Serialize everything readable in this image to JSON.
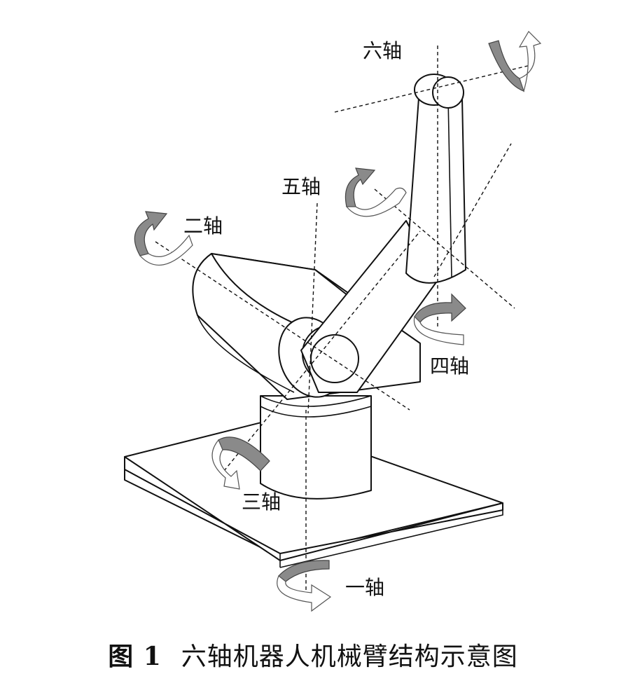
{
  "labels": {
    "axis1": "一轴",
    "axis2": "二轴",
    "axis3": "三轴",
    "axis4": "四轴",
    "axis5": "五轴",
    "axis6": "六轴"
  },
  "caption": {
    "figure": "图 1",
    "title": "六轴机器人机械臂结构示意图"
  }
}
